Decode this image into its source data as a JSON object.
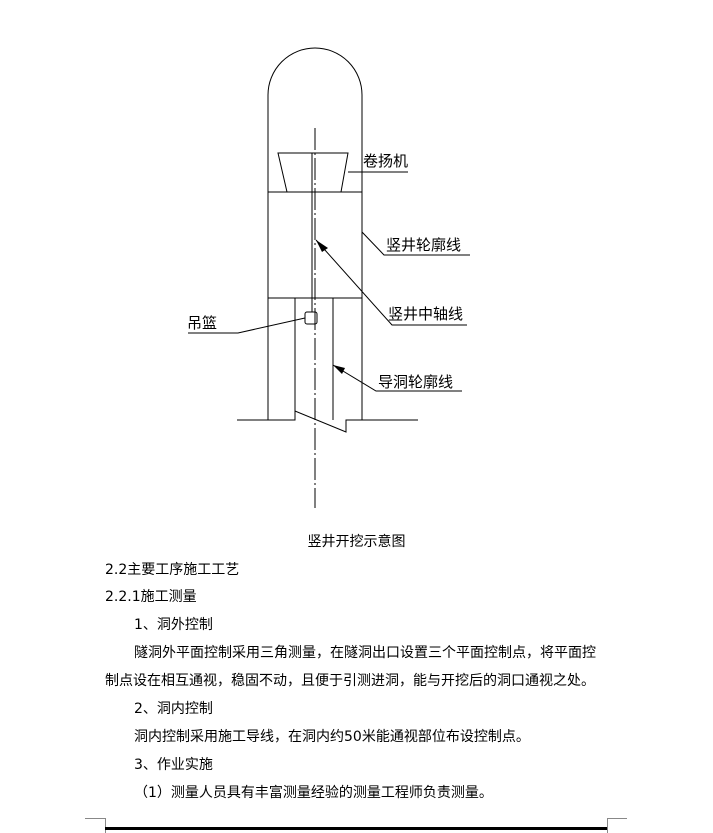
{
  "diagram": {
    "labels": {
      "hoist": "卷扬机",
      "shaft_outline": "竖井轮廓线",
      "shaft_axis": "竖井中轴线",
      "basket": "吊篮",
      "pilot_outline": "导洞轮廓线"
    },
    "caption": "竖井开挖示意图"
  },
  "document": {
    "heading_1": "2.2主要工序施工工艺",
    "heading_2": "2.2.1施工测量",
    "item_1_title": "1、洞外控制",
    "item_1_line_1": "隧洞外平面控制采用三角测量，在隧洞出口设置三个平面控制点，将平面控",
    "item_1_line_2": "制点设在相互通视，稳固不动，且便于引测进洞，能与开挖后的洞口通视之处。",
    "item_2_title": "2、洞内控制",
    "item_2_line_1": "洞内控制采用施工导线，在洞内约50米能通视部位布设控制点。",
    "item_3_title": "3、作业实施",
    "item_3_line_1": "（1）测量人员具有丰富测量经验的测量工程师负责测量。"
  }
}
